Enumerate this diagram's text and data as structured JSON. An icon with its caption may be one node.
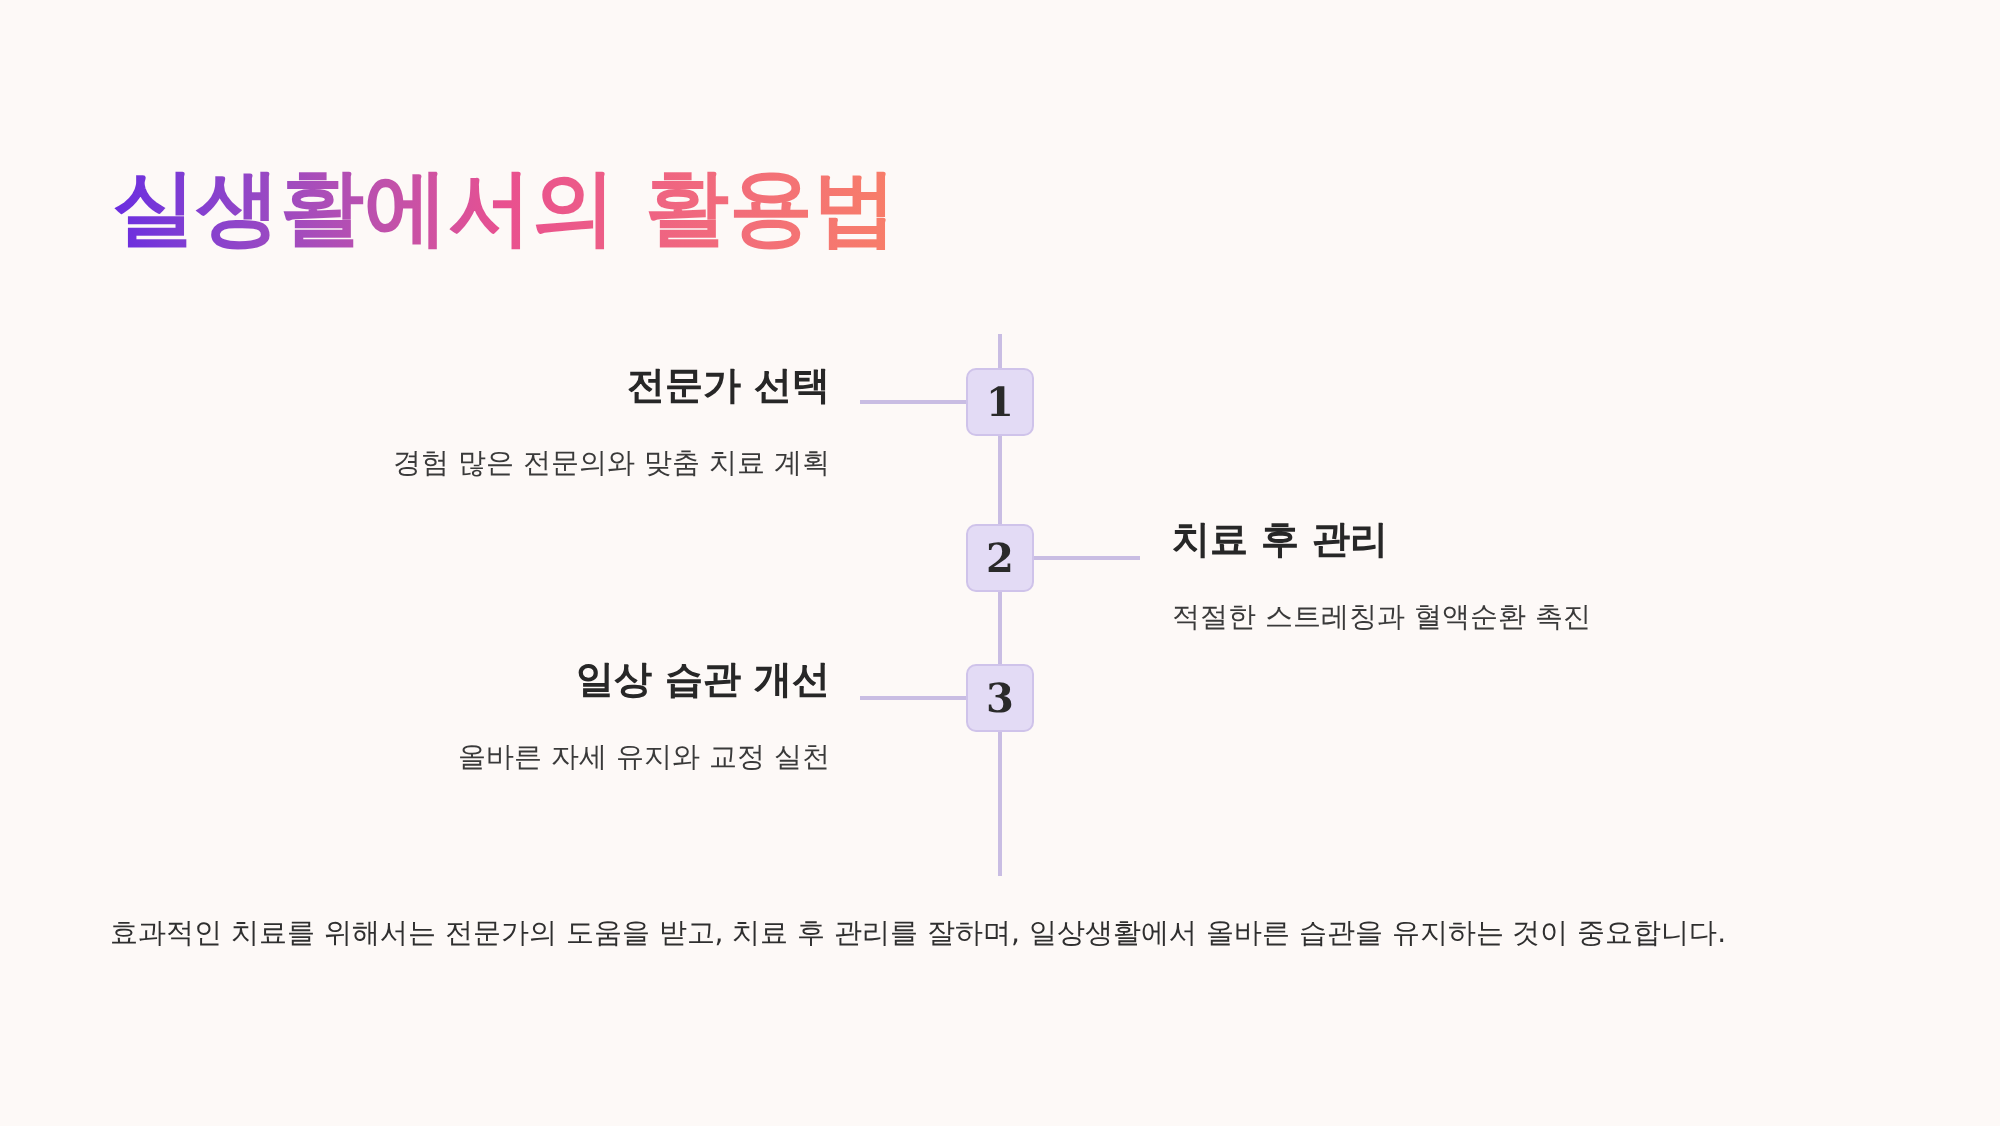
{
  "diagram": {
    "title": "실생활에서의 활용법",
    "nodes": [
      {
        "text": [
          "전문가 선택",
          "경험 많은 전문의와 맞춤 치료 계획"
        ]
      },
      {
        "text": [
          "1"
        ]
      },
      {
        "text": [
          "2"
        ]
      },
      {
        "text": [
          "치료 후 관리",
          "적절한 스트레칭과 혈액순환 촉진"
        ]
      },
      {
        "text": [
          "일상 습관 개선",
          "올바른 자세 유지와 교정 실천"
        ]
      },
      {
        "text": [
          "3"
        ]
      }
    ],
    "edges": [
      {
        "from": 0,
        "to": 1,
        "arrow": "none"
      },
      {
        "from": 1,
        "to": 2,
        "arrow": "none"
      },
      {
        "from": 2,
        "to": 3,
        "arrow": "none"
      },
      {
        "from": 2,
        "to": 5,
        "arrow": "none"
      },
      {
        "from": 4,
        "to": 5,
        "arrow": "none"
      }
    ],
    "caption": "효과적인 치료를 위해서는 전문가의 도움을 받고, 치료 후 관리를 잘하며, 일상생활에서 올바른 습관을 유지하는 것이 중요합니다."
  }
}
